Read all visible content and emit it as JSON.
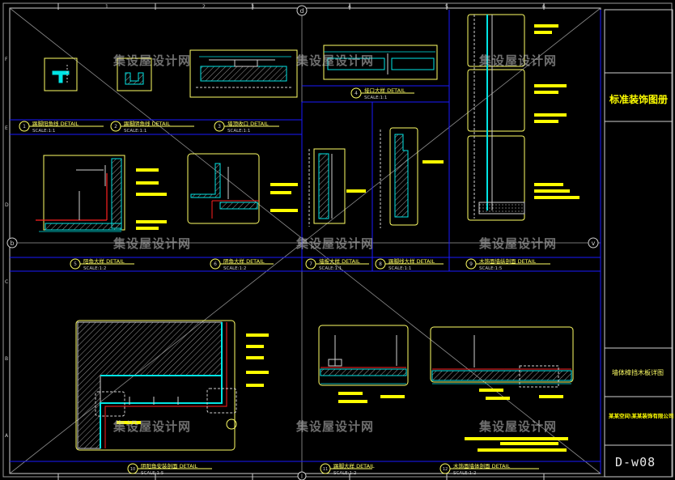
{
  "title_block": {
    "project": "标准装饰图册",
    "drawing_title": "墙体樟挡木板详图",
    "sub_title": "某某空间\\某某装饰有限公司",
    "drawing_number": "D-w08"
  },
  "grid_bubbles": {
    "top": "d",
    "left": "b",
    "right": "v",
    "bottom": "l"
  },
  "column_numbers": [
    "1",
    "2",
    "3",
    "4",
    "5",
    "6"
  ],
  "row_letters": [
    "F",
    "E",
    "D",
    "C",
    "B",
    "A"
  ],
  "watermark": "集设屋设计网",
  "details": [
    {
      "num": "1",
      "title": "踢脚阳角线    DETAIL",
      "scale": "SCALE:1:1"
    },
    {
      "num": "2",
      "title": "踢脚阴角线    DETAIL",
      "scale": "SCALE:1:1"
    },
    {
      "num": "3",
      "title": "墙顶收口    DETAIL",
      "scale": "SCALE:1:1"
    },
    {
      "num": "4",
      "title": "接口大样    DETAIL",
      "scale": "SCALE:1:1"
    },
    {
      "num": "5",
      "title": "阳角大样    DETAIL",
      "scale": "SCALE:1:2"
    },
    {
      "num": "6",
      "title": "阴角大样    DETAIL",
      "scale": "SCALE:1:2"
    },
    {
      "num": "7",
      "title": "墙板大样    DETAIL",
      "scale": "SCALE:1:1"
    },
    {
      "num": "8",
      "title": "踢脚线大样    DETAIL",
      "scale": "SCALE:1:1"
    },
    {
      "num": "9",
      "title": "木饰面墙纵剖面    DETAIL",
      "scale": "SCALE:1:5"
    },
    {
      "num": "10",
      "title": "阴阳角安装剖面    DETAIL",
      "scale": "SCALE:1:5"
    },
    {
      "num": "11",
      "title": "踢脚大样    DETAIL",
      "scale": "SCALE:1:2"
    },
    {
      "num": "12",
      "title": "木饰面墙体剖面    DETAIL",
      "scale": "SCALE:1:2"
    }
  ],
  "colors": {
    "frame": "#1a1aff",
    "outline": "#ffff66",
    "accent": "#ffff00",
    "cut": "#ff2020",
    "dim": "#00e5e5",
    "grid": "#cfcfcf"
  }
}
